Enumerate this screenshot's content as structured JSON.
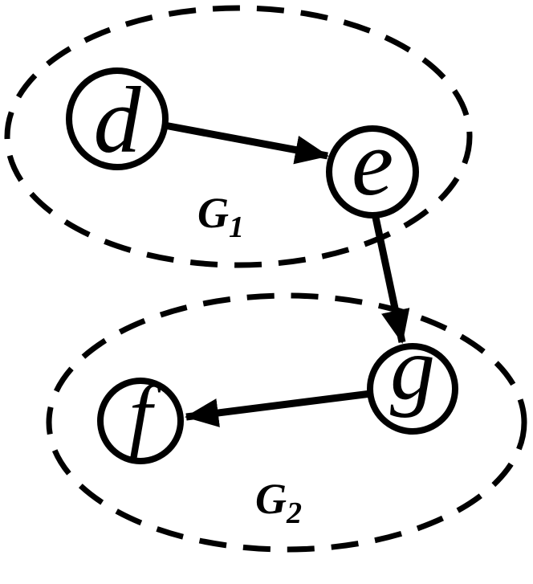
{
  "diagram": {
    "type": "directed-graph-with-groups",
    "colors": {
      "stroke": "#000000",
      "node_fill": "#ffffff",
      "background": "#ffffff"
    },
    "groups": [
      {
        "id": "G1",
        "label": "G",
        "subscript": "1",
        "members": [
          "d",
          "e"
        ]
      },
      {
        "id": "G2",
        "label": "G",
        "subscript": "2",
        "members": [
          "f",
          "g"
        ]
      }
    ],
    "nodes": [
      {
        "id": "d",
        "label": "d",
        "group": "G1"
      },
      {
        "id": "e",
        "label": "e",
        "group": "G1"
      },
      {
        "id": "g",
        "label": "g",
        "group": "G2"
      },
      {
        "id": "f",
        "label": "f",
        "group": "G2"
      }
    ],
    "edges": [
      {
        "from": "d",
        "to": "e"
      },
      {
        "from": "e",
        "to": "g"
      },
      {
        "from": "g",
        "to": "f"
      }
    ]
  }
}
